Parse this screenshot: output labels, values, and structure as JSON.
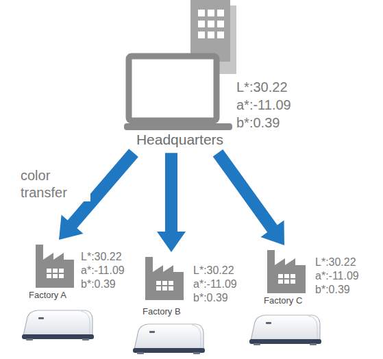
{
  "diagram": {
    "nodes": [
      {
        "text": [
          "Headquarters",
          "L*:30.22",
          "a*:-11.09",
          "b*:0.39"
        ]
      },
      {
        "text": [
          "Factory A",
          "L*:30.22",
          "a*:-11.09",
          "b*:0.39"
        ]
      },
      {
        "text": [
          "Factory B",
          "L*:30.22",
          "a*:-11.09",
          "b*:0.39"
        ]
      },
      {
        "text": [
          "Factory C",
          "L*:30.22",
          "a*:-11.09",
          "b*:0.39"
        ]
      }
    ],
    "edges": [
      {
        "from": 0,
        "to": 1,
        "arrow": "to",
        "label": "color transfer"
      },
      {
        "from": 0,
        "to": 2,
        "arrow": "to"
      },
      {
        "from": 0,
        "to": 3,
        "arrow": "to"
      }
    ]
  }
}
